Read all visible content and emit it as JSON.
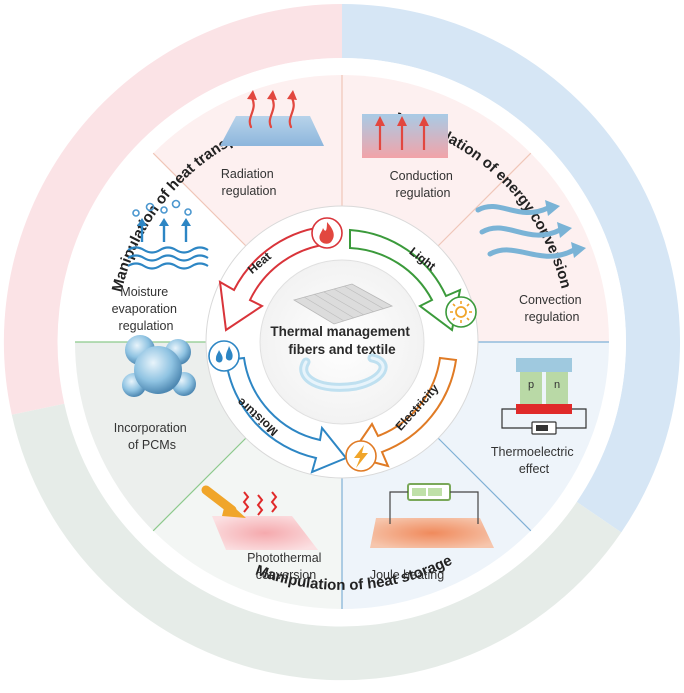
{
  "outer_ring": {
    "heat_transport": "Manipulation of heat transport",
    "energy_conversion": "Manipulation of energy conversion",
    "heat_storage": "Manipulation of heat storage"
  },
  "sections": {
    "radiation": [
      "Radiation",
      "regulation"
    ],
    "conduction": [
      "Conduction",
      "regulation"
    ],
    "convection": [
      "Convection",
      "regulation"
    ],
    "thermoelectric": [
      "Thermoelectric",
      "effect"
    ],
    "joule": [
      "Joule heating"
    ],
    "photothermal": [
      "Photothermal",
      "conversion"
    ],
    "pcm": [
      "Incorporation",
      "of PCMs"
    ],
    "moisture_evap": [
      "Moisture",
      "evaporation",
      "regulation"
    ]
  },
  "cycle": {
    "heat": "Heat",
    "light": "Light",
    "electricity": "Electricity",
    "moisture": "Moisture"
  },
  "center": {
    "line1": "Thermal management",
    "line2": "fibers and textile"
  },
  "icons": {
    "thermoelectric_p": "p",
    "thermoelectric_n": "n"
  },
  "colors": {
    "heat_transport_band": "#fbe3e6",
    "energy_conversion_band": "#d6e6f5",
    "heat_storage_band": "#e6ece8",
    "heat": "#d9343a",
    "light": "#3b9a3b",
    "electricity": "#e07b25",
    "moisture": "#2d86c4"
  }
}
